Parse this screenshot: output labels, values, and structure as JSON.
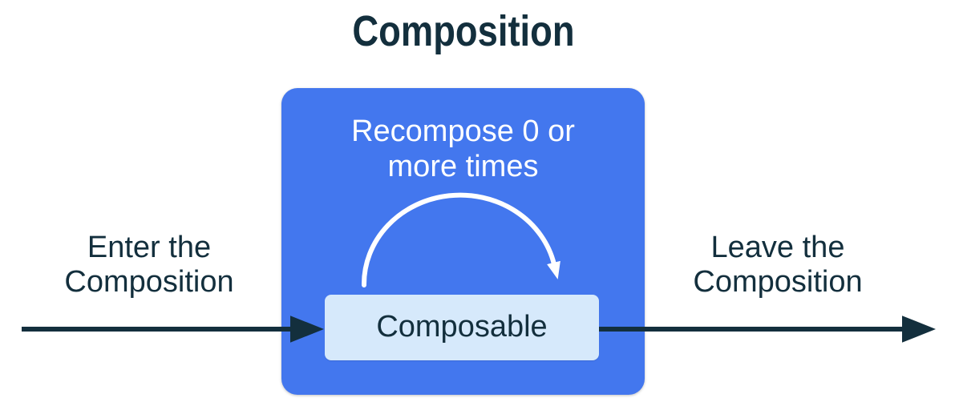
{
  "diagram": {
    "title": "Composition",
    "recompose_label": "Recompose 0 or\nmore times",
    "composable_label": "Composable",
    "enter_label": "Enter the\nComposition",
    "leave_label": "Leave the\nComposition",
    "icons": {
      "enter_arrow": "right-arrow",
      "leave_arrow": "right-arrow",
      "recompose_arrow": "curved-loop-arrow"
    },
    "colors": {
      "composition_box": "#4377EE",
      "composable_box": "#D6E9FB",
      "ink": "#132F3D",
      "arc": "#FFFFFF"
    }
  }
}
